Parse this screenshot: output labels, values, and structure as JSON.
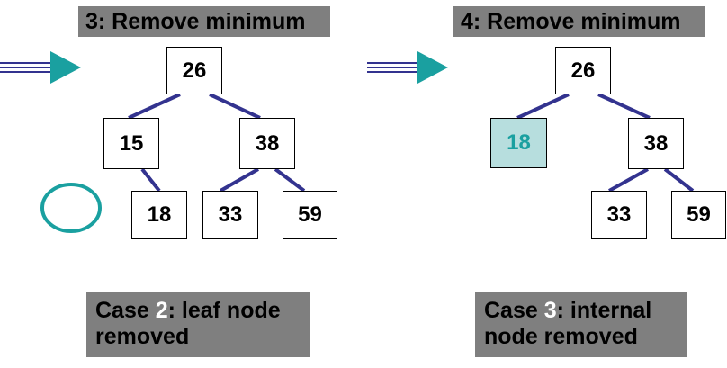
{
  "left": {
    "title": "3: Remove minimum",
    "caption": {
      "pre": "Case ",
      "num": "2",
      "post": ": leaf node removed"
    },
    "nodes": {
      "root": "26",
      "left": "15",
      "right": "38",
      "ll": "18",
      "rl": "33",
      "rr": "59"
    }
  },
  "right": {
    "title": "4: Remove minimum",
    "caption": {
      "pre": "Case ",
      "num": "3",
      "post": ": internal node removed"
    },
    "nodes": {
      "root": "26",
      "left": "18",
      "right": "38",
      "rl": "33",
      "rr": "59"
    }
  },
  "colors": {
    "banner": "#7f7f7f",
    "edge": "#33338f",
    "arrow": "#1aa0a0",
    "highlight_fill": "#b7dede",
    "highlight_text": "#1aa0a0"
  }
}
